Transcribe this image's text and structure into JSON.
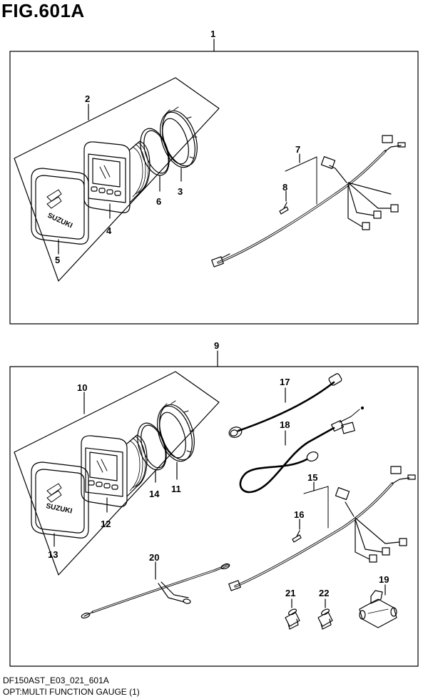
{
  "figure": {
    "title": "FIG.601A"
  },
  "callouts": {
    "c1": "1",
    "c2": "2",
    "c3": "3",
    "c4": "4",
    "c5": "5",
    "c6": "6",
    "c7": "7",
    "c8": "8",
    "c9": "9",
    "c10": "10",
    "c11": "11",
    "c12": "12",
    "c13": "13",
    "c14": "14",
    "c15": "15",
    "c16": "16",
    "c17": "17",
    "c18": "18",
    "c19": "19",
    "c20": "20",
    "c21": "21",
    "c22": "22"
  },
  "footer": {
    "code": "DF150AST_E03_021_601A",
    "description": "OPT:MULTI FUNCTION GAUGE (1)"
  }
}
